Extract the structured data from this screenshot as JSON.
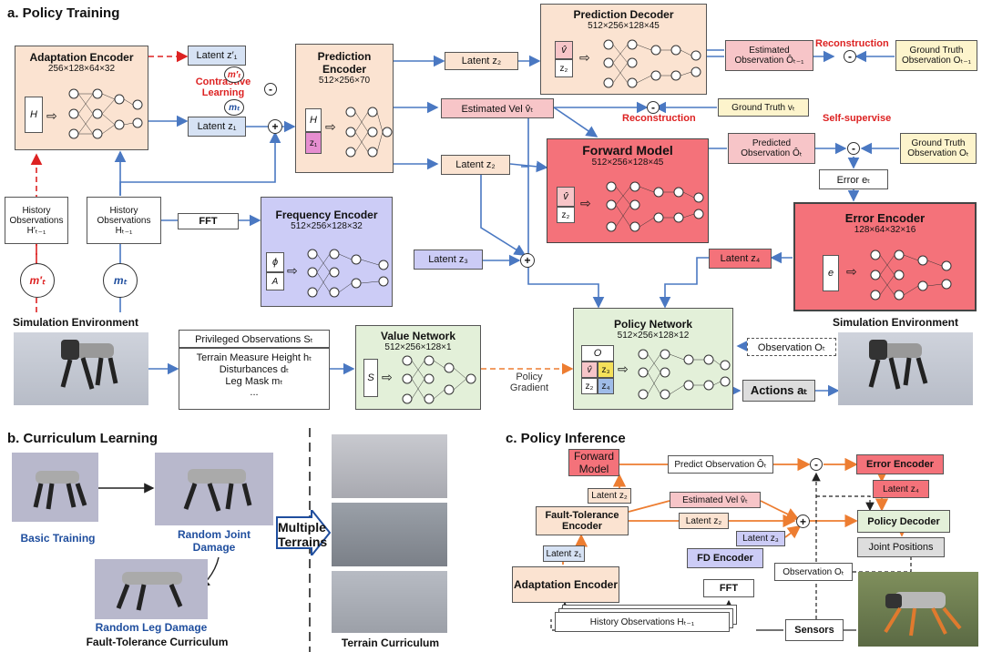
{
  "sections": {
    "a": "a. Policy Training",
    "b": "b. Curriculum Learning",
    "c": "c. Policy Inference"
  },
  "policy_training": {
    "adaptation_encoder": {
      "title": "Adaptation Encoder",
      "dims": "256×128×64×32",
      "input": "H"
    },
    "latent_z1_prime": "Latent z′₁",
    "latent_z1": "Latent z₁",
    "contrastive": "Contrastive Learning",
    "m_prime_symbol": "m′ₜ",
    "m_symbol": "mₜ",
    "prediction_encoder": {
      "title": "Prediction Encoder",
      "dims": "512×256×70",
      "input_h": "H",
      "input_z1": "z₁"
    },
    "latent_z2": "Latent z₂",
    "latent_z2_b": "Latent z₂",
    "estimated_vel": "Estimated Vel v̂ₜ",
    "prediction_decoder": {
      "title": "Prediction Decoder",
      "dims": "512×256×128×45",
      "input_v": "v̂",
      "input_z": "z₂"
    },
    "estimated_obs": "Estimated Observation Ôₜ₋₁",
    "reconstruction_1": "Reconstruction",
    "gt_obs_prev": "Ground Truth Observation Oₜ₋₁",
    "gt_v": "Ground Truth vₜ",
    "reconstruction_2": "Reconstruction",
    "self_supervise": "Self-supervise",
    "forward_model": {
      "title": "Forward Model",
      "dims": "512×256×128×45",
      "input_v": "v̂",
      "input_z": "z₂"
    },
    "predicted_obs": "Predicted Observation Ôₜ",
    "gt_obs": "Ground Truth Observation Oₜ",
    "error_et": "Error eₜ",
    "error_encoder": {
      "title": "Error Encoder",
      "dims": "128×64×32×16",
      "input": "e"
    },
    "latent_z4": "Latent z₄",
    "history_prime": "History Observations H′ₜ₋₁",
    "history": "History Observations Hₜ₋₁",
    "fft": "FFT",
    "frequency_encoder": {
      "title": "Frequency Encoder",
      "dims": "512×256×128×32",
      "input_phi": "ϕ",
      "input_a": "A"
    },
    "latent_z3": "Latent z₃",
    "circle_m_prime": "m′ₜ",
    "circle_m": "mₜ",
    "sim_env_left": "Simulation Environment",
    "sim_env_right": "Simulation Environment",
    "privileged": {
      "title": "Privileged Observations Sₜ",
      "items": [
        "Terrain Measure Height hₜ",
        "Disturbances dₜ",
        "Leg Mask mₜ",
        "..."
      ]
    },
    "value_network": {
      "title": "Value Network",
      "dims": "512×256×128×1",
      "input": "S"
    },
    "policy_gradient": "Policy Gradient",
    "policy_network": {
      "title": "Policy Network",
      "dims": "512×256×128×12",
      "in_o": "O",
      "in_v": "v̂",
      "in_z3": "z₃",
      "in_z2": "z₂",
      "in_z4": "z₄"
    },
    "observation_ot": "Observation Oₜ",
    "actions": "Actions aₜ",
    "minus": "-",
    "plus": "+"
  },
  "curriculum": {
    "basic": "Basic Training",
    "joint": "Random Joint Damage",
    "leg": "Random Leg Damage",
    "fault": "Fault-Tolerance Curriculum",
    "multiple": "Multiple Terrains",
    "terrain": "Terrain Curriculum"
  },
  "inference": {
    "forward_model": "Forward Model",
    "predict_obs": "Predict Observation Ôₜ",
    "error_encoder": "Error Encoder",
    "latent_z4": "Latent z₄",
    "latent_z2a": "Latent z₂",
    "estimated_vel": "Estimated Vel v̂ₜ",
    "fault_encoder": "Fault-Tolerance Encoder",
    "latent_z2b": "Latent z₂",
    "latent_z3": "Latent z₃",
    "latent_z1": "Latent z₁",
    "policy_decoder": "Policy Decoder",
    "joint_positions": "Joint Positions",
    "observation": "Observation Oₜ",
    "fd_encoder": "FD Encoder",
    "fft": "FFT",
    "adaptation_encoder": "Adaptation Encoder",
    "history": "History Observations Hₜ₋₁",
    "sensors": "Sensors"
  },
  "colors": {
    "peach": "#fbe3d1",
    "lavender": "#ccccf6",
    "red": "#f4727a",
    "pink": "#f7c5c8",
    "yellow": "#fdf4cc",
    "green": "#e3f0d9",
    "blue_box": "#d6e2f4",
    "arrow_blue": "#4a78c2",
    "arrow_orange": "#ed7d31",
    "accent_red": "#d22222"
  }
}
